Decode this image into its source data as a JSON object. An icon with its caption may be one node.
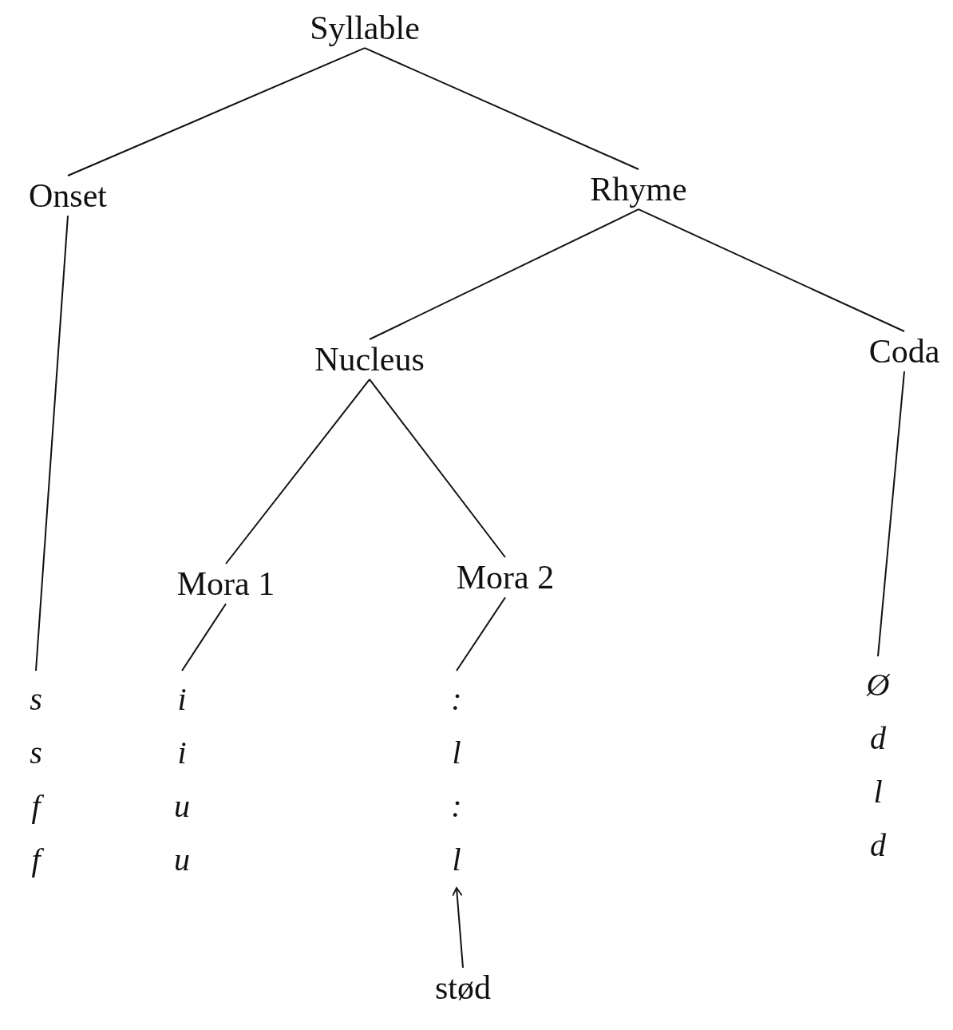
{
  "diagram": {
    "nodes": [
      {
        "text": [
          "Syllable"
        ]
      },
      {
        "text": [
          "Onset"
        ]
      },
      {
        "text": [
          "Rhyme"
        ]
      },
      {
        "text": [
          "Nucleus"
        ]
      },
      {
        "text": [
          "Coda"
        ]
      },
      {
        "text": [
          "Mora 1"
        ]
      },
      {
        "text": [
          "Mora 2"
        ]
      },
      {
        "text": [
          "s",
          "s",
          "f",
          "f"
        ]
      },
      {
        "text": [
          "i",
          "i",
          "u",
          "u"
        ]
      },
      {
        "text": [
          ":",
          "l",
          ":",
          "l"
        ]
      },
      {
        "text": [
          "Ø",
          "d",
          "l",
          "d"
        ]
      },
      {
        "text": [
          "stød"
        ]
      }
    ],
    "edges": [
      {
        "from": 0,
        "to": 1,
        "arrow": "none"
      },
      {
        "from": 0,
        "to": 2,
        "arrow": "none"
      },
      {
        "from": 2,
        "to": 3,
        "arrow": "none"
      },
      {
        "from": 2,
        "to": 4,
        "arrow": "none"
      },
      {
        "from": 3,
        "to": 5,
        "arrow": "none"
      },
      {
        "from": 3,
        "to": 6,
        "arrow": "none"
      },
      {
        "from": 1,
        "to": 7,
        "arrow": "none"
      },
      {
        "from": 5,
        "to": 8,
        "arrow": "none"
      },
      {
        "from": 6,
        "to": 9,
        "arrow": "none"
      },
      {
        "from": 4,
        "to": 10,
        "arrow": "none"
      },
      {
        "from": 11,
        "to": 9,
        "arrow": "to"
      }
    ]
  }
}
